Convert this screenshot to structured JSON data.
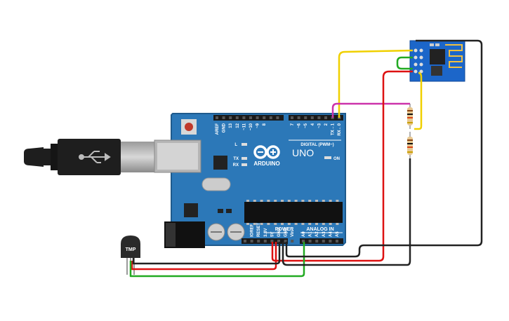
{
  "board": {
    "logo_text": "ARDUINO",
    "model": "UNO",
    "on_label": "ON",
    "led_l": "L",
    "led_tx": "TX",
    "led_rx": "RX",
    "digital_header": "DIGITAL (PWM~)",
    "power_header": "POWER",
    "analog_header": "ANALOG IN",
    "digital_pins": [
      "AREF",
      "GND",
      "13",
      "12",
      "~11",
      "~10",
      "~9",
      "8",
      "7",
      "~6",
      "~5",
      "4",
      "~3",
      "2",
      "TX→1",
      "RX←0"
    ],
    "power_pins": [
      "IOREF",
      "RESET",
      "3.3V",
      "5V",
      "GND",
      "GND",
      "Vin"
    ],
    "analog_pins": [
      "A0",
      "A1",
      "A2",
      "A3",
      "A4",
      "A5"
    ]
  },
  "sensor": {
    "label": "TMP"
  },
  "wires": {
    "colors": {
      "yellow": "#f0d000",
      "magenta": "#cc33aa",
      "red": "#dd1111",
      "green": "#22aa22",
      "black": "#222222"
    }
  },
  "colors": {
    "board": "#2c78b8",
    "board_edge": "#1f5a8c",
    "header": "#1a1a1a",
    "esp_board": "#1c66c9",
    "usb_plug": "#1e1e1e"
  }
}
